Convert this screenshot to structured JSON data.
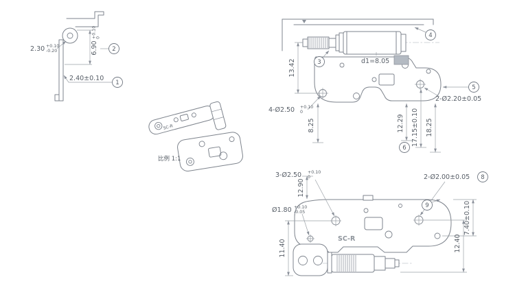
{
  "colors": {
    "line": "#7d838c",
    "dimension": "#9aa0a6",
    "text": "#565d66",
    "highlight_box": "#b4bac2",
    "background": "#ffffff"
  },
  "drawing": {
    "balloons": {
      "b1": "1",
      "b2": "2",
      "b3": "3",
      "b4": "4",
      "b5": "5",
      "b6": "6",
      "b8": "8",
      "b9": "9"
    },
    "side_view": {
      "dim_thickness": {
        "value": "2.30",
        "tol_up": "+0.10",
        "tol_dn": "-0.20"
      },
      "dim_height": {
        "value": "6.90",
        "tol_up": "+0.10",
        "tol_dn": "0"
      },
      "dim_offset": "2.40±0.10"
    },
    "iso_view": {
      "marking": "SC-R",
      "scale_label": "比例 1:1"
    },
    "top_view": {
      "dim_height_13_42": "13.42",
      "dim_shaft_d1": "d1=8.05",
      "dim_holes_2_220": "2-Ø2.20±0.05",
      "dim_holes_4_250": {
        "value": "4-Ø2.50",
        "tol_up": "+0.10",
        "tol_dn": "0"
      },
      "dim_8_25": "8.25",
      "dim_12_29": "12.29",
      "dim_17_15": "17.15±0.10",
      "dim_18_25": "18.25"
    },
    "bottom_view": {
      "dim_holes_3_250": {
        "value": "3-Ø2.50",
        "tol_up": "+0.10",
        "tol_dn": "0"
      },
      "dim_12_90": "12.90",
      "dim_holes_2_200": "2-Ø2.00±0.05",
      "dim_hole_1_80": {
        "value": "Ø1.80",
        "tol_up": "+0.10",
        "tol_dn": "-0.05"
      },
      "dim_7_40": "7.40±0.10",
      "dim_12_40": "12.40",
      "dim_11_40": "11.40",
      "marking": "SC-R"
    }
  }
}
